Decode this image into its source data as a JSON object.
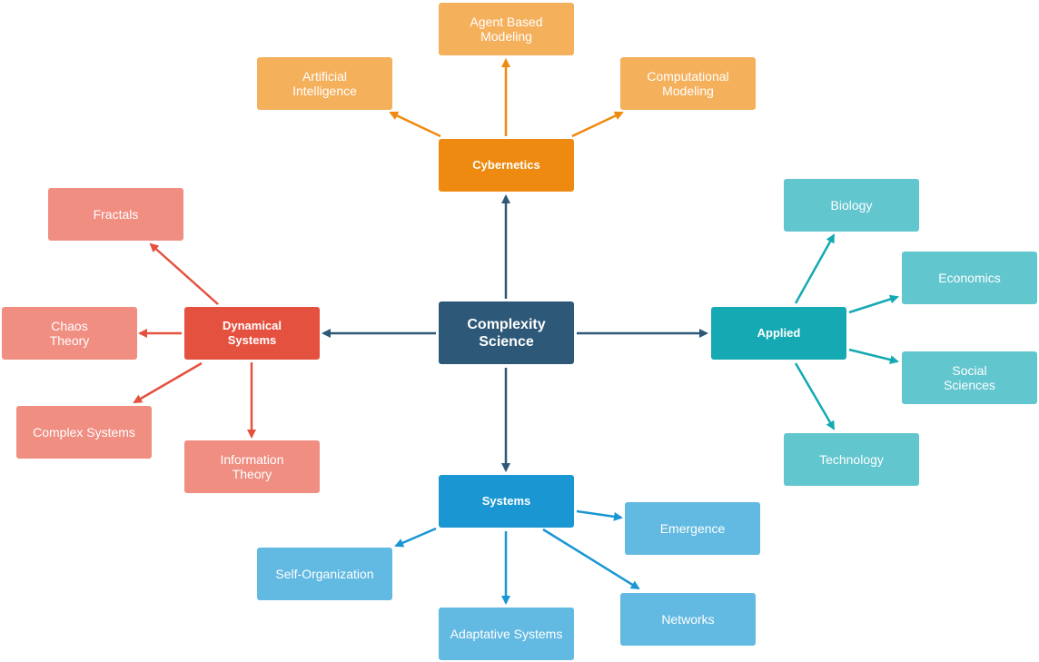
{
  "colors": {
    "root": "#2e5878",
    "cybernetics_hub": "#ef8a10",
    "cybernetics_leaf": "#f5b05c",
    "dynamical_hub": "#e4513f",
    "dynamical_leaf": "#f08e82",
    "applied_hub": "#15a9b3",
    "applied_leaf": "#62c6ce",
    "systems_hub": "#1a96d3",
    "systems_leaf": "#62b9e1"
  },
  "root": {
    "label": "Complexity\nScience"
  },
  "branches": {
    "cybernetics": {
      "label": "Cybernetics",
      "children": {
        "agent_based": "Agent Based\nModeling",
        "ai": "Artificial\nIntelligence",
        "computational": "Computational\nModeling"
      }
    },
    "dynamical": {
      "label": "Dynamical\nSystems",
      "children": {
        "fractals": "Fractals",
        "chaos": "Chaos\nTheory",
        "complex": "Complex Systems",
        "information": "Information\nTheory"
      }
    },
    "applied": {
      "label": "Applied",
      "children": {
        "biology": "Biology",
        "economics": "Economics",
        "social": "Social\nSciences",
        "technology": "Technology"
      }
    },
    "systems": {
      "label": "Systems",
      "children": {
        "emergence": "Emergence",
        "self_org": "Self-Organization",
        "adaptative": "Adaptative Systems",
        "networks": "Networks"
      }
    }
  }
}
